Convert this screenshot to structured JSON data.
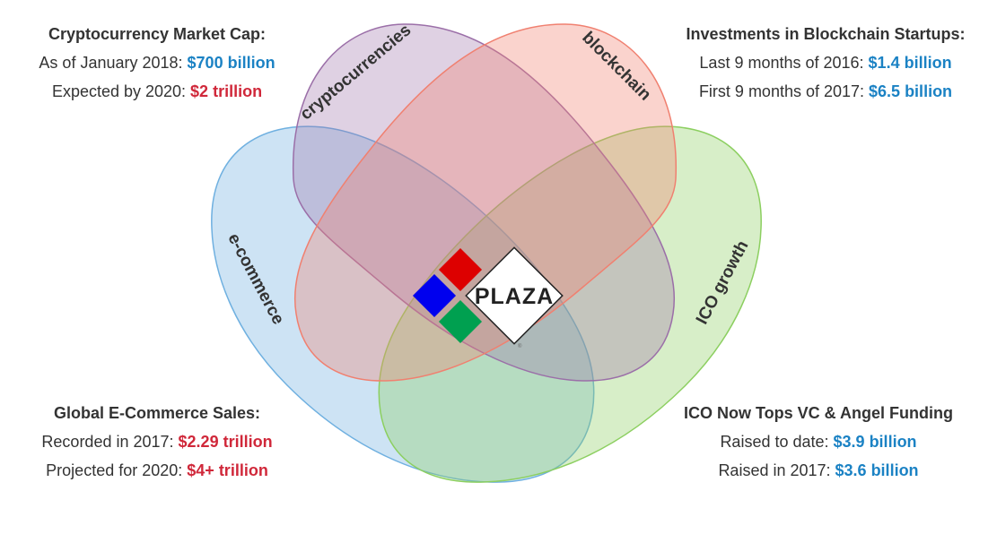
{
  "colors": {
    "blue_value": "#1b82c4",
    "red_value": "#d0283a",
    "text": "#333333",
    "cryptocurrencies": "#9b6fa8",
    "blockchain": "#f08070",
    "ecommerce": "#6fb0e0",
    "ico": "#8ccf60",
    "logo_red": "#dd0000",
    "logo_blue": "#0000ee",
    "logo_green": "#00a050"
  },
  "sets": {
    "cryptocurrencies": "cryptocurrencies",
    "blockchain": "blockchain",
    "ecommerce": "e-commerce",
    "ico": "ICO growth"
  },
  "logo": {
    "text": "PLAZA",
    "reg_mark": "®"
  },
  "panels": {
    "top_left": {
      "title": "Cryptocurrency Market Cap:",
      "rows": [
        {
          "label": "As of January 2018: ",
          "value": "$700 billion",
          "color": "blue"
        },
        {
          "label": "Expected by 2020: ",
          "value": "$2 trillion",
          "color": "red"
        }
      ]
    },
    "top_right": {
      "title": "Investments in Blockchain Startups:",
      "rows": [
        {
          "label": "Last 9 months of 2016: ",
          "value": "$1.4 billion",
          "color": "blue"
        },
        {
          "label": "First 9 months of 2017: ",
          "value": "$6.5 billion",
          "color": "blue"
        }
      ]
    },
    "bottom_left": {
      "title": "Global E-Commerce Sales:",
      "rows": [
        {
          "label": "Recorded in 2017: ",
          "value": "$2.29 trillion",
          "color": "red"
        },
        {
          "label": "Projected for 2020: ",
          "value": "$4+ trillion",
          "color": "red"
        }
      ]
    },
    "bottom_right": {
      "title": "ICO Now Tops VC & Angel Funding",
      "rows": [
        {
          "label": "Raised to date: ",
          "value": "$3.9 billion",
          "color": "blue"
        },
        {
          "label": "Raised in 2017: ",
          "value": "$3.6 billion",
          "color": "blue"
        }
      ]
    }
  }
}
